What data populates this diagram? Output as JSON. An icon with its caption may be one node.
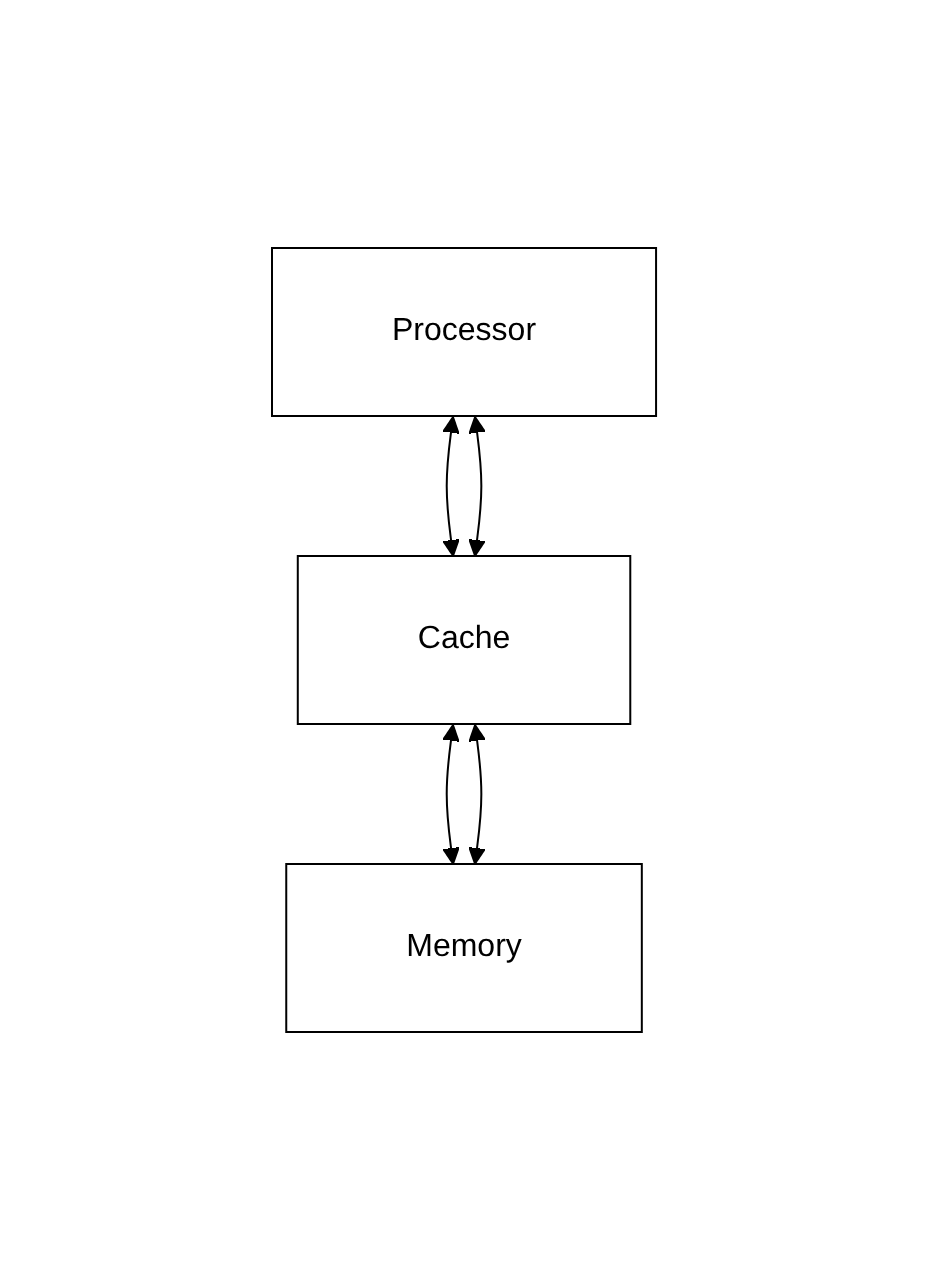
{
  "diagram": {
    "nodes": [
      {
        "text": [
          "Processor"
        ]
      },
      {
        "text": [
          "Cache"
        ]
      },
      {
        "text": [
          "Memory"
        ]
      }
    ],
    "edges": [
      {
        "from": 0,
        "to": 1,
        "arrow": "both"
      },
      {
        "from": 0,
        "to": 1,
        "arrow": "both"
      },
      {
        "from": 1,
        "to": 2,
        "arrow": "both"
      },
      {
        "from": 1,
        "to": 2,
        "arrow": "both"
      }
    ]
  }
}
